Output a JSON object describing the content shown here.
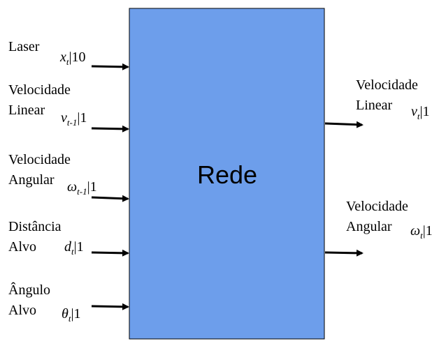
{
  "diagram": {
    "center_label": "Rede",
    "box_color": "#6d9eeb",
    "inputs": [
      {
        "line1": "Laser",
        "line2": "",
        "var": "x",
        "sub": "t",
        "dim": "10"
      },
      {
        "line1": "Velocidade",
        "line2": "Linear",
        "var": "v",
        "sub": "t-1",
        "dim": "1"
      },
      {
        "line1": "Velocidade",
        "line2": "Angular",
        "var": "ω",
        "sub": "t-1",
        "dim": "1"
      },
      {
        "line1": "Distância",
        "line2": "Alvo",
        "var": "d",
        "sub": "t",
        "dim": "1"
      },
      {
        "line1": "Ângulo",
        "line2": "Alvo",
        "var": "θ",
        "sub": "t",
        "dim": "1"
      }
    ],
    "outputs": [
      {
        "line1": "Velocidade",
        "line2": "Linear",
        "var": "v",
        "sub": "t",
        "dim": "1"
      },
      {
        "line1": "Velocidade",
        "line2": "Angular",
        "var": "ω",
        "sub": "t",
        "dim": "1"
      }
    ]
  }
}
